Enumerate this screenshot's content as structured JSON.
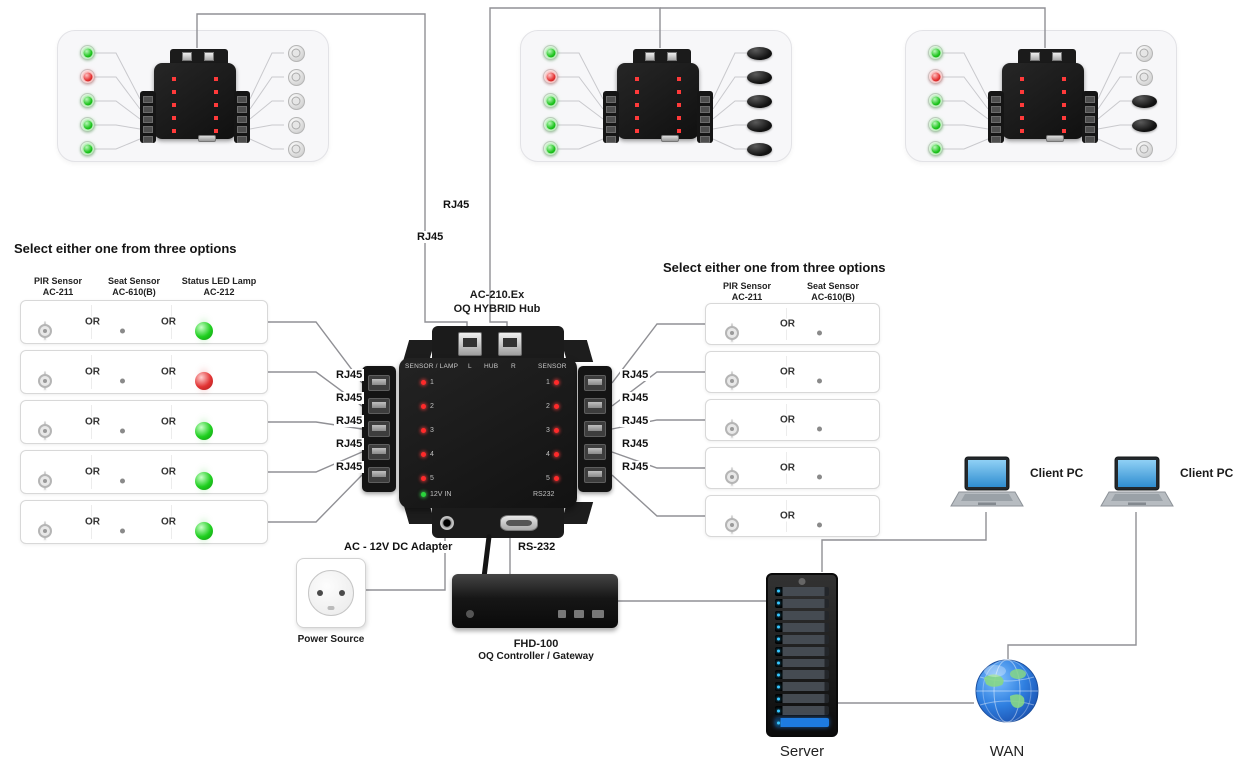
{
  "labels": {
    "or": "OR",
    "rj45": "RJ45"
  },
  "left_options": {
    "title": "Select either one from three options",
    "headers": [
      {
        "line1": "PIR Sensor",
        "line2": "AC-211"
      },
      {
        "line1": "Seat Sensor",
        "line2": "AC-610(B)"
      },
      {
        "line1": "Status LED Lamp",
        "line2": "AC-212"
      }
    ],
    "rows": [
      {
        "led": "green"
      },
      {
        "led": "red"
      },
      {
        "led": "green"
      },
      {
        "led": "green"
      },
      {
        "led": "green"
      }
    ]
  },
  "right_options": {
    "title": "Select either one from three options",
    "headers": [
      {
        "line1": "PIR Sensor",
        "line2": "AC-211"
      },
      {
        "line1": "Seat Sensor",
        "line2": "AC-610(B)"
      }
    ]
  },
  "hub": {
    "model": "AC-210.Ex",
    "name": "OQ HYBRID Hub",
    "panel_labels": {
      "sensor_lamp": "SENSOR / LAMP",
      "l": "L",
      "hub": "HUB",
      "r": "R",
      "sensor": "SENSOR",
      "power": "12V IN",
      "rs232": "RS232"
    },
    "port_numbers": [
      "1",
      "2",
      "3",
      "4",
      "5"
    ]
  },
  "top_panels": [
    {
      "leds": [
        "green",
        "red",
        "green",
        "green",
        "green"
      ],
      "devices": [
        "pir",
        "pir",
        "pir",
        "pir",
        "pir"
      ]
    },
    {
      "leds": [
        "green",
        "red",
        "green",
        "green",
        "green"
      ],
      "devices": [
        "seat",
        "seat",
        "seat",
        "seat",
        "seat"
      ]
    },
    {
      "leds": [
        "green",
        "red",
        "green",
        "green",
        "green"
      ],
      "devices": [
        "pir",
        "pir",
        "seat",
        "seat",
        "pir"
      ]
    }
  ],
  "bottom": {
    "adapter_label": "AC - 12V DC Adapter",
    "rs232_label": "RS-232",
    "power_source": "Power Source",
    "controller_model": "FHD-100",
    "controller_name": "OQ Controller / Gateway",
    "server": "Server",
    "wan": "WAN",
    "client_pc": "Client PC"
  }
}
